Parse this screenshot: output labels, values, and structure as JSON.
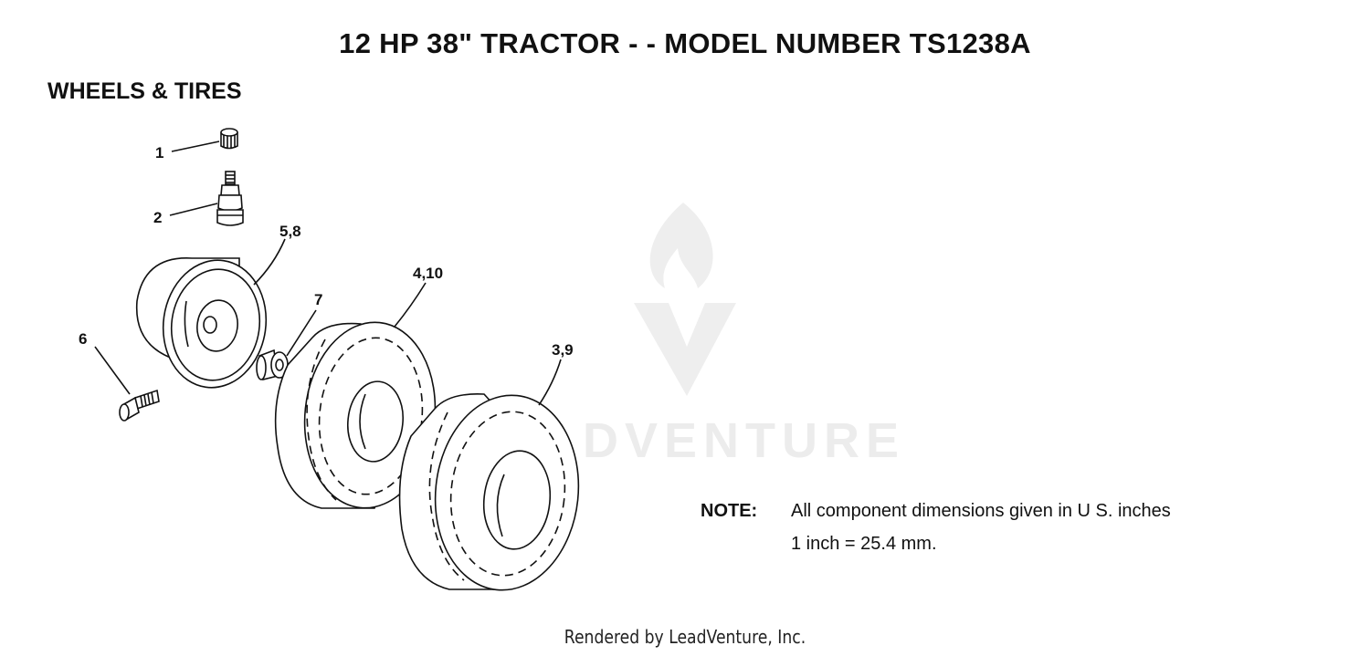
{
  "title": "12 HP 38\" TRACTOR - - MODEL NUMBER TS1238A",
  "section": "WHEELS & TIRES",
  "callouts": {
    "c1": "1",
    "c2": "2",
    "c58": "5,8",
    "c7": "7",
    "c6": "6",
    "c410": "4,10",
    "c39": "3,9"
  },
  "note": {
    "label": "NOTE:",
    "line1": "All component dimensions given in U S. inches",
    "line2": "1 inch = 25.4 mm."
  },
  "watermark": {
    "text": "LEADVENTURE",
    "logo": "flame-v-logo-icon"
  },
  "footer": "Rendered by LeadVenture, Inc.",
  "colors": {
    "ink": "#111111",
    "watermark": "#ececec",
    "background": "#ffffff"
  }
}
